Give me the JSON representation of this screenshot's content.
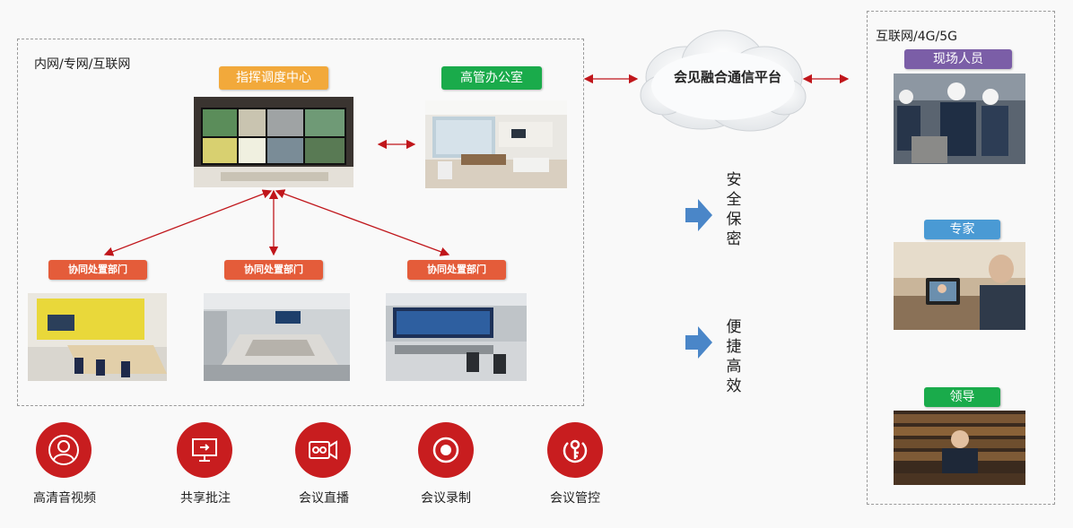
{
  "left_region": {
    "label": "内网/专网/互联网",
    "command_center": {
      "label": "指挥调度中心",
      "color": "#f2a93b"
    },
    "exec_office": {
      "label": "高管办公室",
      "color": "#1aab4b"
    },
    "departments": [
      {
        "label": "协同处置部门"
      },
      {
        "label": "协同处置部门"
      },
      {
        "label": "协同处置部门"
      }
    ]
  },
  "cloud": {
    "label": "会见融合通信平台"
  },
  "benefits": [
    {
      "chars": [
        "安",
        "全",
        "保",
        "密"
      ]
    },
    {
      "chars": [
        "便",
        "捷",
        "高",
        "效"
      ]
    }
  ],
  "right_region": {
    "label": "互联网/4G/5G",
    "roles": [
      {
        "label": "现场人员",
        "color": "#7b5ea7"
      },
      {
        "label": "专家",
        "color": "#4a9ad4"
      },
      {
        "label": "领导",
        "color": "#1aab4b"
      }
    ]
  },
  "features": [
    {
      "label": "高清音视频",
      "icon": "person-icon"
    },
    {
      "label": "共享批注",
      "icon": "share-screen-icon"
    },
    {
      "label": "会议直播",
      "icon": "live-camera-icon"
    },
    {
      "label": "会议录制",
      "icon": "record-icon"
    },
    {
      "label": "会议管控",
      "icon": "control-key-icon"
    }
  ],
  "colors": {
    "arrow": "#c0161b",
    "accent_red": "#c81d1f",
    "dept": "#e45c3a",
    "blue_arrow": "#4a86c8"
  }
}
